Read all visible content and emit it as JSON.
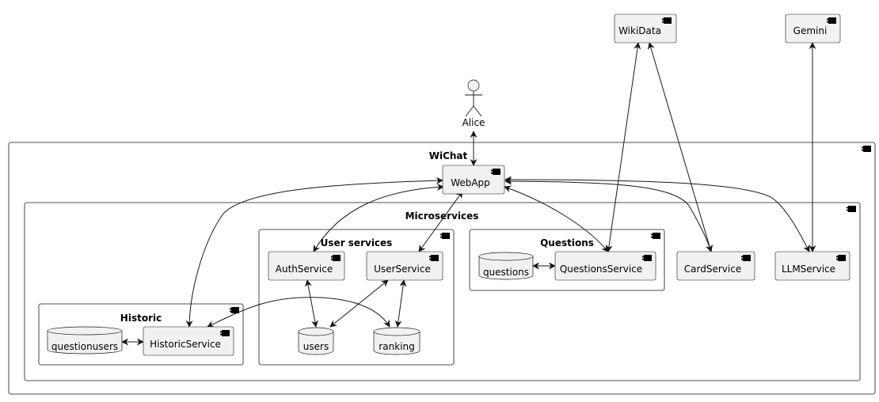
{
  "actor": {
    "name": "Alice",
    "icon": "actor-stick-figure-icon"
  },
  "external": {
    "wikidata": "WikiData",
    "gemini": "Gemini"
  },
  "packages": {
    "wichat": "WiChat",
    "microservices": "Microservices",
    "user_services": "User services",
    "questions": "Questions",
    "historic": "Historic"
  },
  "components": {
    "webapp": "WebApp",
    "auth_service": "AuthService",
    "user_service": "UserService",
    "questions_service": "QuestionsService",
    "card_service": "CardService",
    "llm_service": "LLMService",
    "historic_service": "HistoricService"
  },
  "databases": {
    "users": "users",
    "ranking": "ranking",
    "questions": "questions",
    "questionusers": "questionusers"
  },
  "icons": {
    "component": "component-icon",
    "database": "database-cylinder-icon"
  },
  "colors": {
    "node_fill": "#f1f1f1",
    "stroke": "#181818",
    "background": "#ffffff"
  }
}
